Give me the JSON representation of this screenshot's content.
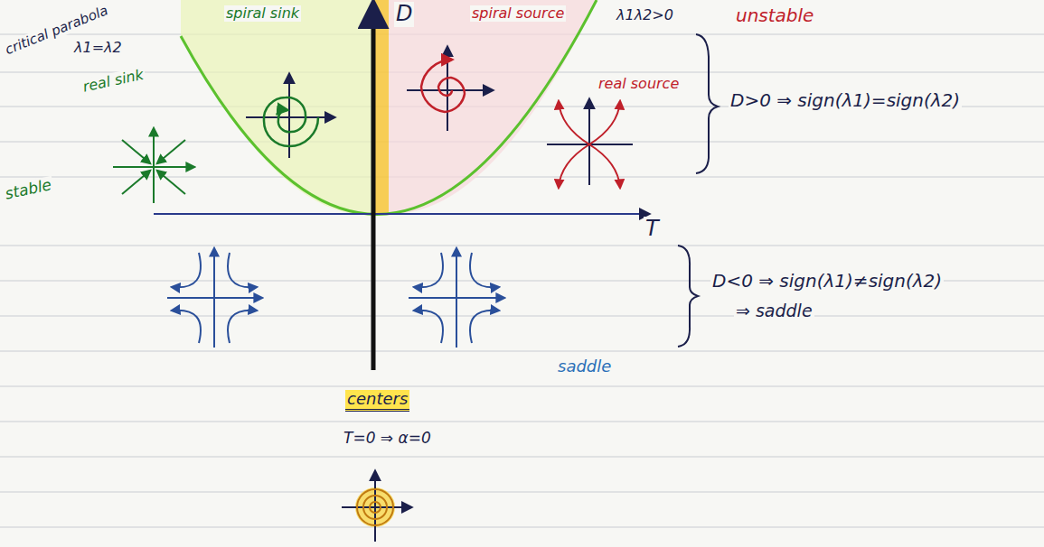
{
  "diagram": {
    "labels": [
      "critical parabola",
      "λ1=λ2",
      "real sink",
      "stable",
      "spiral sink",
      "D",
      "spiral source",
      "λ1λ2>0",
      "unstable",
      "real source",
      "D>0 ⇒ sign(λ1)=sign(λ2)",
      "T",
      "D<0 ⇒ sign(λ1)≠sign(λ2)",
      "⇒ saddle",
      "saddle",
      "centers",
      "T=0 ⇒ α=0"
    ]
  }
}
